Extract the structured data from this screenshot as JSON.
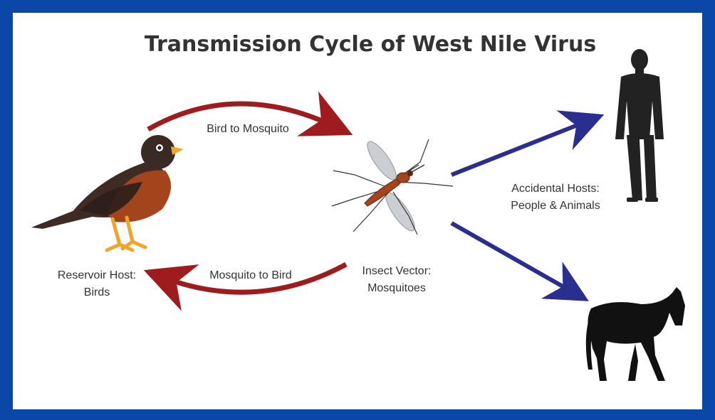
{
  "title": "Transmission Cycle of West Nile Virus",
  "labels": {
    "bird_to_mosquito": "Bird to Mosquito",
    "mosquito_to_bird": "Mosquito to Bird",
    "reservoir_host_line1": "Reservoir Host:",
    "reservoir_host_line2": "Birds",
    "insect_vector_line1": "Insect Vector:",
    "insect_vector_line2": "Mosquitoes",
    "accidental_hosts_line1": "Accidental Hosts:",
    "accidental_hosts_line2": "People & Animals"
  },
  "colors": {
    "border": "#0a47a8",
    "red_arrow": "#9e1b1e",
    "blue_arrow": "#2a2f8f",
    "silhouette": "#222222",
    "bird_back": "#3d2b24",
    "bird_breast": "#a4441d",
    "bird_legs": "#f0a52a"
  },
  "icons": [
    "bird-icon",
    "mosquito-icon",
    "person-icon",
    "horse-icon"
  ]
}
